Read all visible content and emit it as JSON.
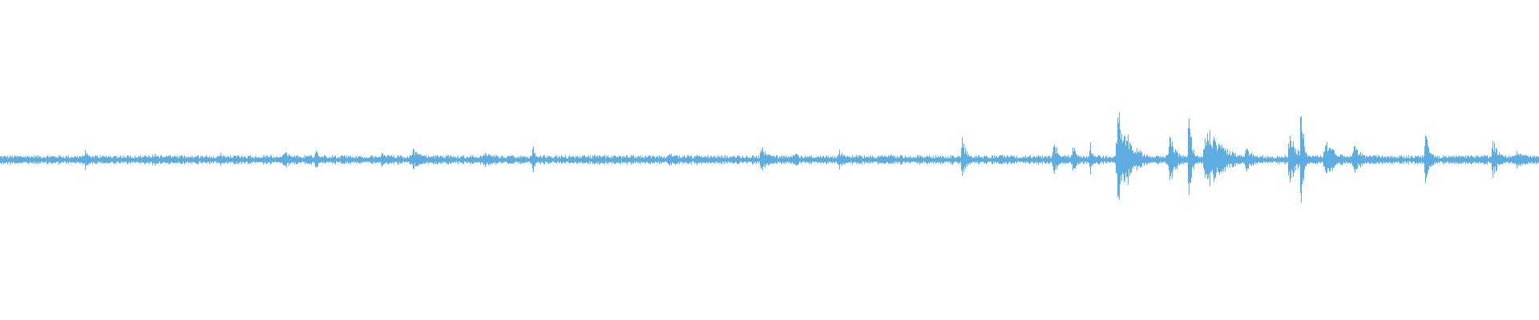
{
  "waveform": {
    "color": "#5dade2",
    "background": "#ffffff",
    "baseline_amplitude": 0.02,
    "bursts": [
      {
        "t": 0.055,
        "amp": 0.07,
        "width": 0.003
      },
      {
        "t": 0.1,
        "amp": 0.05,
        "width": 0.006
      },
      {
        "t": 0.143,
        "amp": 0.05,
        "width": 0.003
      },
      {
        "t": 0.185,
        "amp": 0.06,
        "width": 0.006
      },
      {
        "t": 0.205,
        "amp": 0.09,
        "width": 0.002
      },
      {
        "t": 0.248,
        "amp": 0.05,
        "width": 0.004
      },
      {
        "t": 0.268,
        "amp": 0.08,
        "width": 0.006
      },
      {
        "t": 0.315,
        "amp": 0.06,
        "width": 0.006
      },
      {
        "t": 0.346,
        "amp": 0.12,
        "width": 0.002
      },
      {
        "t": 0.435,
        "amp": 0.05,
        "width": 0.004
      },
      {
        "t": 0.453,
        "amp": 0.04,
        "width": 0.004
      },
      {
        "t": 0.495,
        "amp": 0.09,
        "width": 0.005
      },
      {
        "t": 0.516,
        "amp": 0.06,
        "width": 0.004
      },
      {
        "t": 0.545,
        "amp": 0.07,
        "width": 0.004
      },
      {
        "t": 0.625,
        "amp": 0.16,
        "width": 0.003
      },
      {
        "t": 0.685,
        "amp": 0.12,
        "width": 0.004
      },
      {
        "t": 0.697,
        "amp": 0.1,
        "width": 0.003
      },
      {
        "t": 0.708,
        "amp": 0.14,
        "width": 0.002
      },
      {
        "t": 0.727,
        "amp": 0.33,
        "width": 0.008
      },
      {
        "t": 0.76,
        "amp": 0.2,
        "width": 0.004
      },
      {
        "t": 0.772,
        "amp": 0.4,
        "width": 0.002
      },
      {
        "t": 0.785,
        "amp": 0.2,
        "width": 0.012
      },
      {
        "t": 0.81,
        "amp": 0.08,
        "width": 0.006
      },
      {
        "t": 0.838,
        "amp": 0.18,
        "width": 0.005
      },
      {
        "t": 0.845,
        "amp": 0.45,
        "width": 0.002
      },
      {
        "t": 0.862,
        "amp": 0.12,
        "width": 0.008
      },
      {
        "t": 0.88,
        "amp": 0.1,
        "width": 0.006
      },
      {
        "t": 0.926,
        "amp": 0.2,
        "width": 0.003
      },
      {
        "t": 0.97,
        "amp": 0.14,
        "width": 0.004
      },
      {
        "t": 0.985,
        "amp": 0.06,
        "width": 0.01
      }
    ]
  }
}
